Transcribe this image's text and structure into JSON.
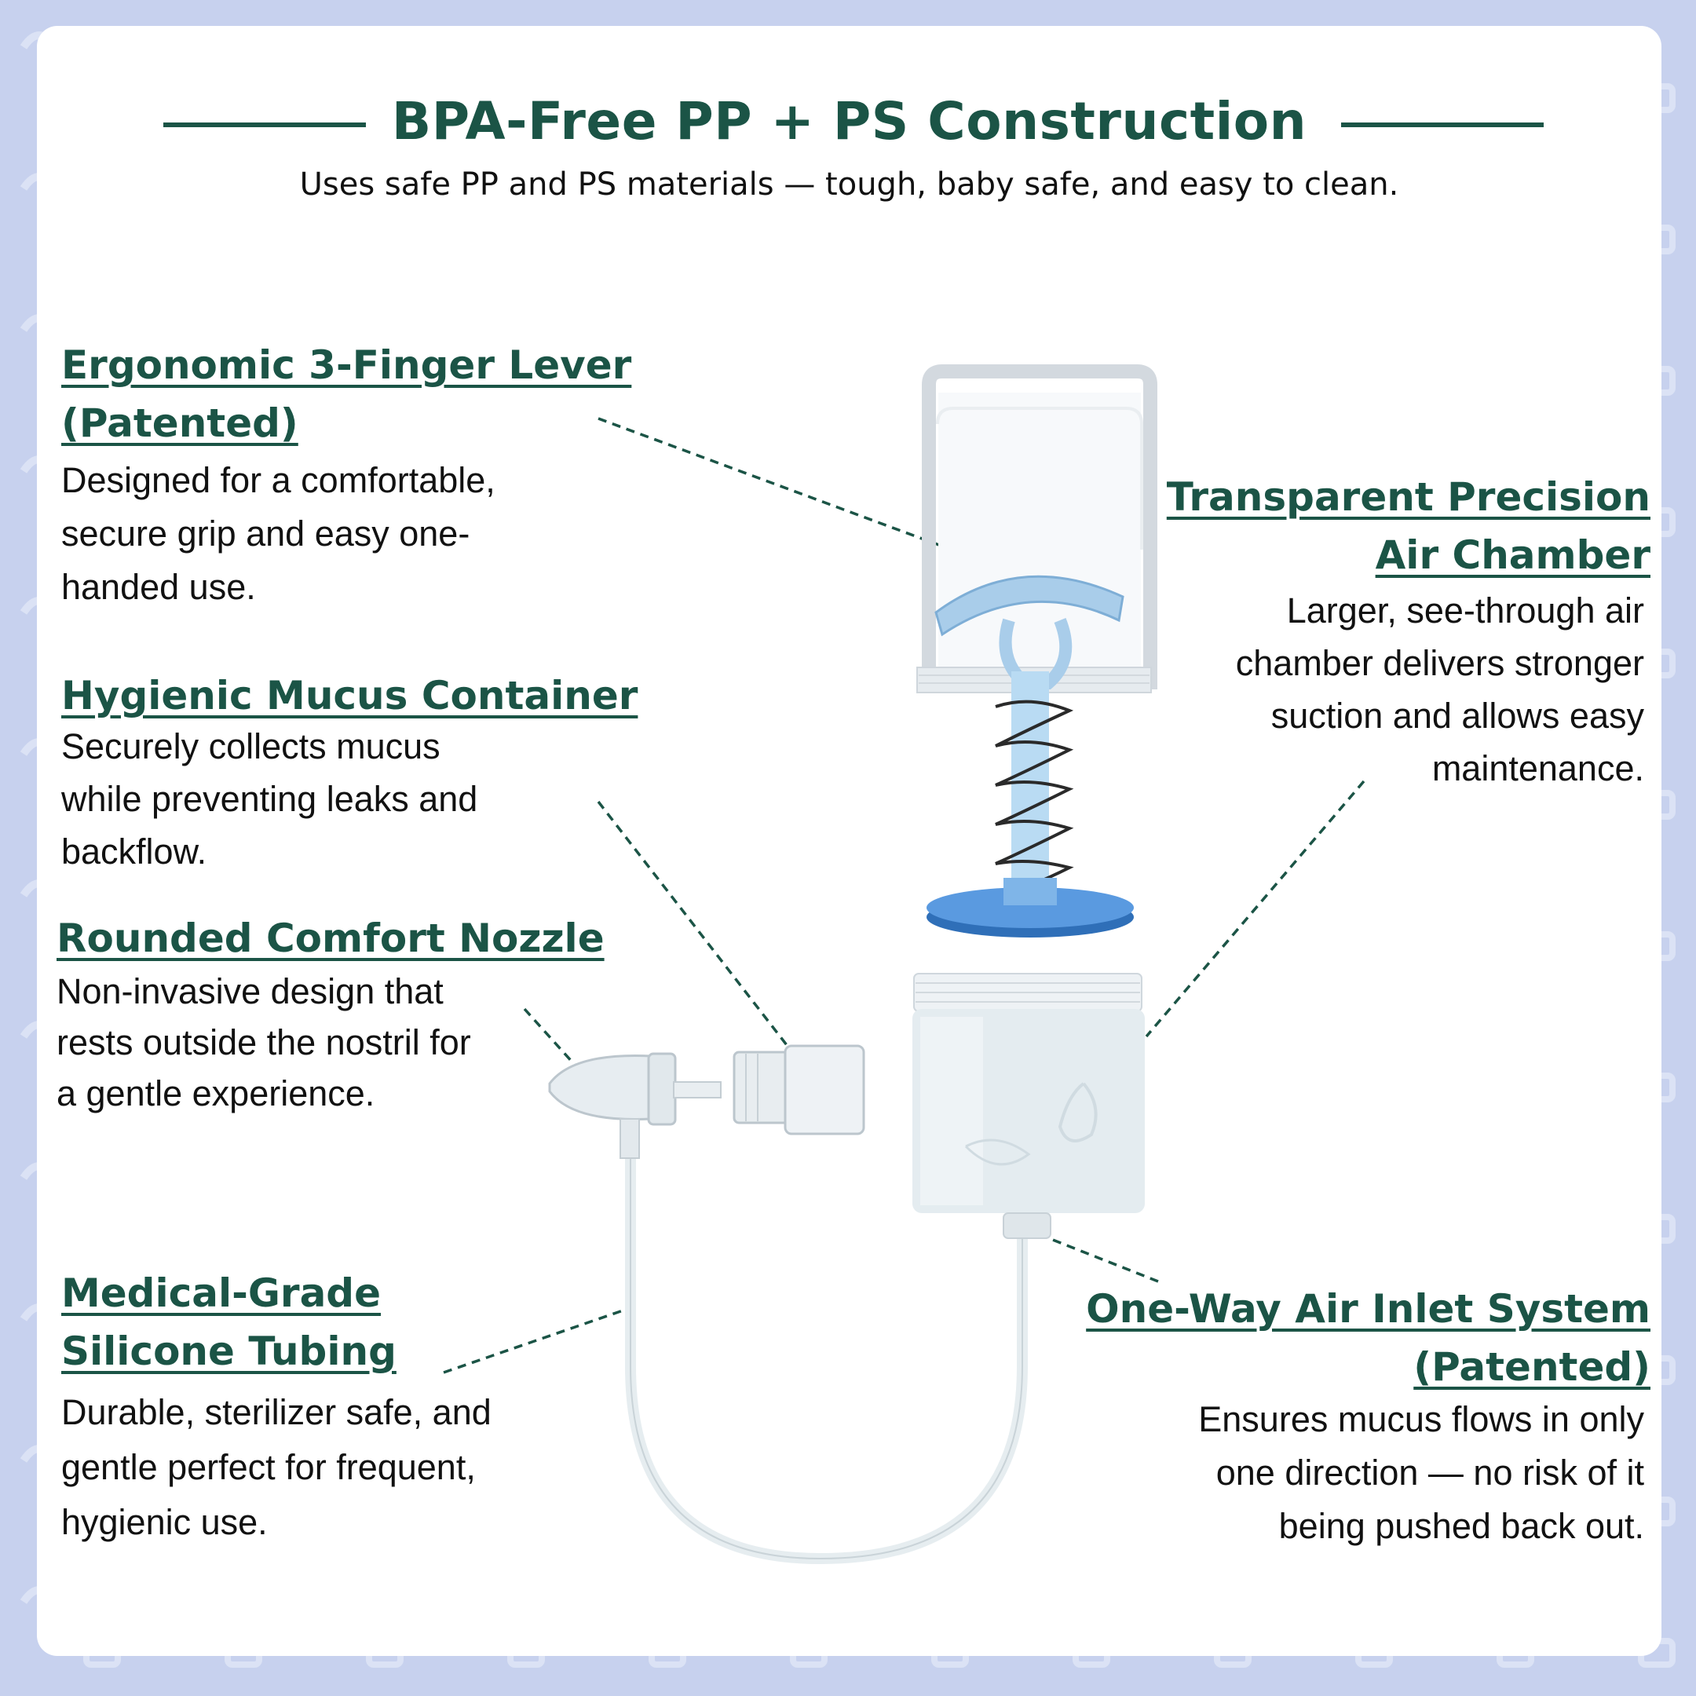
{
  "header": {
    "title": "BPA-Free PP + PS Construction",
    "subtitle": "Uses safe PP and PS materials — tough, baby safe, and easy to clean."
  },
  "features": [
    {
      "id": "lever",
      "title": "Ergonomic 3-Finger Lever\n (Patented)",
      "description": "Designed for a comfortable,\nsecure grip and easy one-\nhanded use."
    },
    {
      "id": "container",
      "title": "Hygienic Mucus Container",
      "description": "Securely collects mucus\nwhile preventing leaks and\nbackflow."
    },
    {
      "id": "nozzle",
      "title": "Rounded Comfort Nozzle",
      "description": "Non-invasive design that\nrests outside the nostril for\na gentle experience."
    },
    {
      "id": "tubing",
      "title": "Medical-Grade\nSilicone Tubing",
      "description": "Durable, sterilizer safe, and\ngentle perfect for frequent,\nhygienic use."
    },
    {
      "id": "chamber",
      "title": "Transparent Precision\nAir Chamber",
      "description": "Larger, see-through air\nchamber delivers stronger\nsuction and allows easy\nmaintenance."
    },
    {
      "id": "inlet",
      "title": "One-Way Air Inlet System\n(Patented)",
      "description": "Ensures mucus flows in only\none direction — no risk of it\nbeing pushed back out."
    }
  ],
  "colors": {
    "accent": "#1b5446",
    "background": "#c7d1ee",
    "card": "#ffffff",
    "lever": "#a9cdea",
    "disc": "#4d8ed8"
  }
}
